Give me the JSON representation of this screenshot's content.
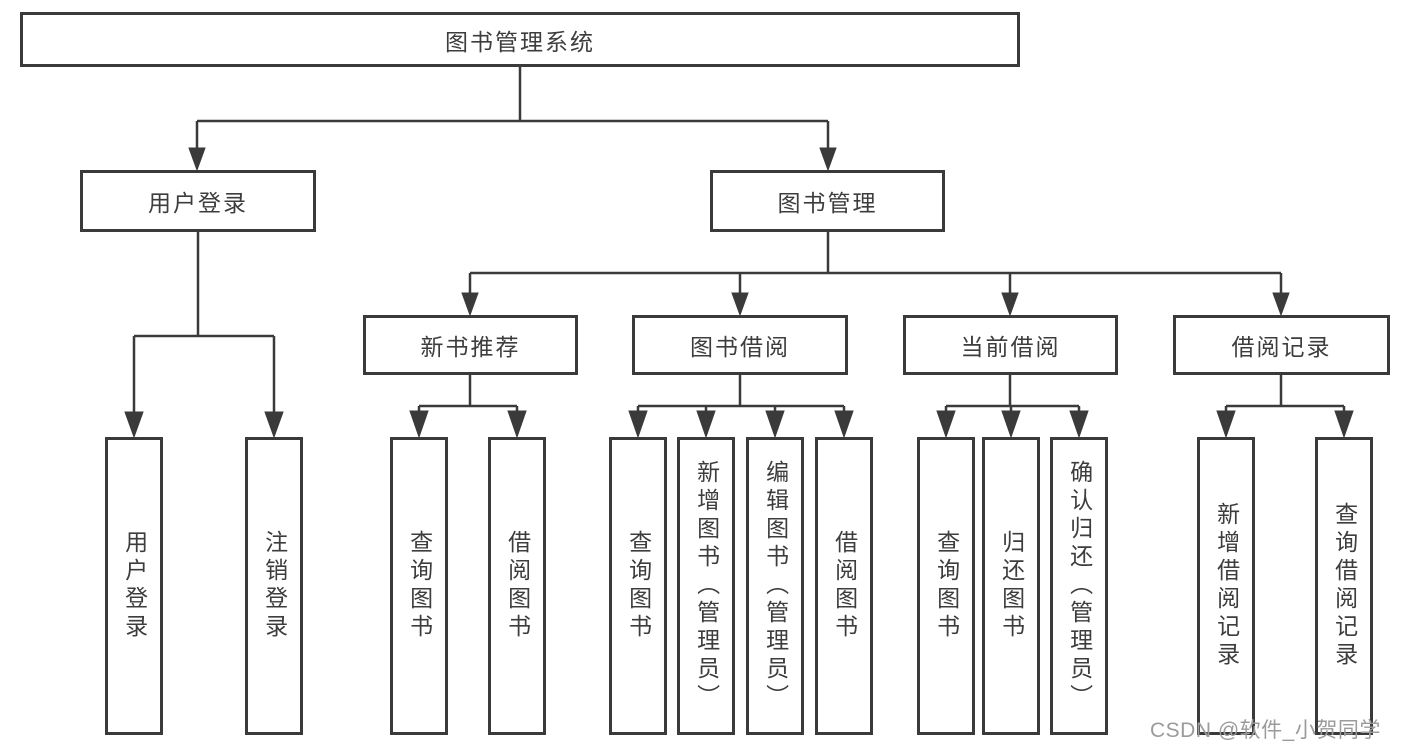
{
  "colors": {
    "line": "#3a3a3a",
    "text": "#3d3d3d",
    "box_fill": "#ffffff",
    "watermark": "#9b9b9b",
    "background": "#ffffff"
  },
  "watermark": {
    "text": "CSDN @软件_小贺同学"
  },
  "tree": {
    "root": {
      "label": "图书管理系统"
    },
    "branches": [
      {
        "label": "用户登录",
        "children": [
          {
            "label": "用户登录"
          },
          {
            "label": "注销登录"
          }
        ]
      },
      {
        "label": "图书管理",
        "children": [
          {
            "label": "新书推荐",
            "children": [
              {
                "label": "查询图书"
              },
              {
                "label": "借阅图书"
              }
            ]
          },
          {
            "label": "图书借阅",
            "children": [
              {
                "label": "查询图书"
              },
              {
                "label": "新增图书（管理员）"
              },
              {
                "label": "编辑图书（管理员）"
              },
              {
                "label": "借阅图书"
              }
            ]
          },
          {
            "label": "当前借阅",
            "children": [
              {
                "label": "查询图书"
              },
              {
                "label": "归还图书"
              },
              {
                "label": "确认归还（管理员）"
              }
            ]
          },
          {
            "label": "借阅记录",
            "children": [
              {
                "label": "新增借阅记录"
              },
              {
                "label": "查询借阅记录"
              }
            ]
          }
        ]
      }
    ]
  }
}
